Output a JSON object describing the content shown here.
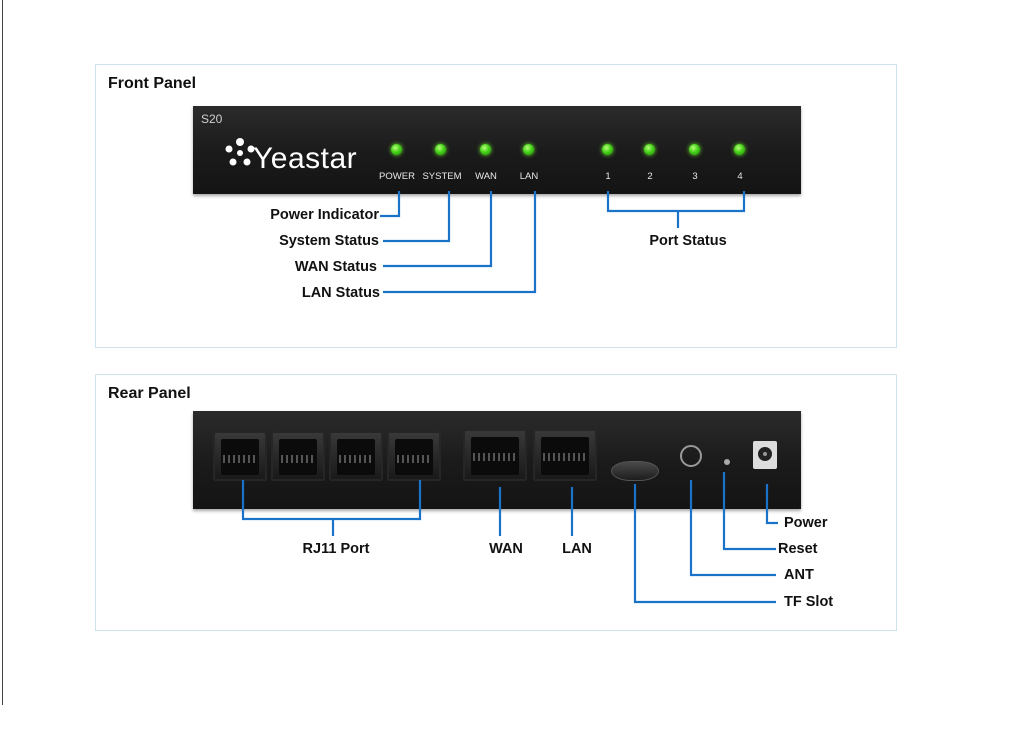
{
  "front_panel": {
    "title": "Front Panel",
    "device": {
      "model": "S20",
      "brand": "Yeastar",
      "led_labels": [
        "POWER",
        "SYSTEM",
        "WAN",
        "LAN",
        "1",
        "2",
        "3",
        "4"
      ]
    },
    "callouts": {
      "power": "Power Indicator",
      "system": "System Status",
      "wan": "WAN Status",
      "lan": "LAN Status",
      "ports": "Port Status"
    }
  },
  "rear_panel": {
    "title": "Rear Panel",
    "callouts": {
      "rj11": "RJ11 Port",
      "wan": "WAN",
      "lan": "LAN",
      "power": "Power",
      "reset": "Reset",
      "ant": "ANT",
      "tf": "TF Slot"
    }
  },
  "colors": {
    "leader_line": "#1a73c9",
    "led_green": "#46d21a",
    "device_body": "#1a1a1a",
    "panel_border": "#cfe3ee"
  }
}
